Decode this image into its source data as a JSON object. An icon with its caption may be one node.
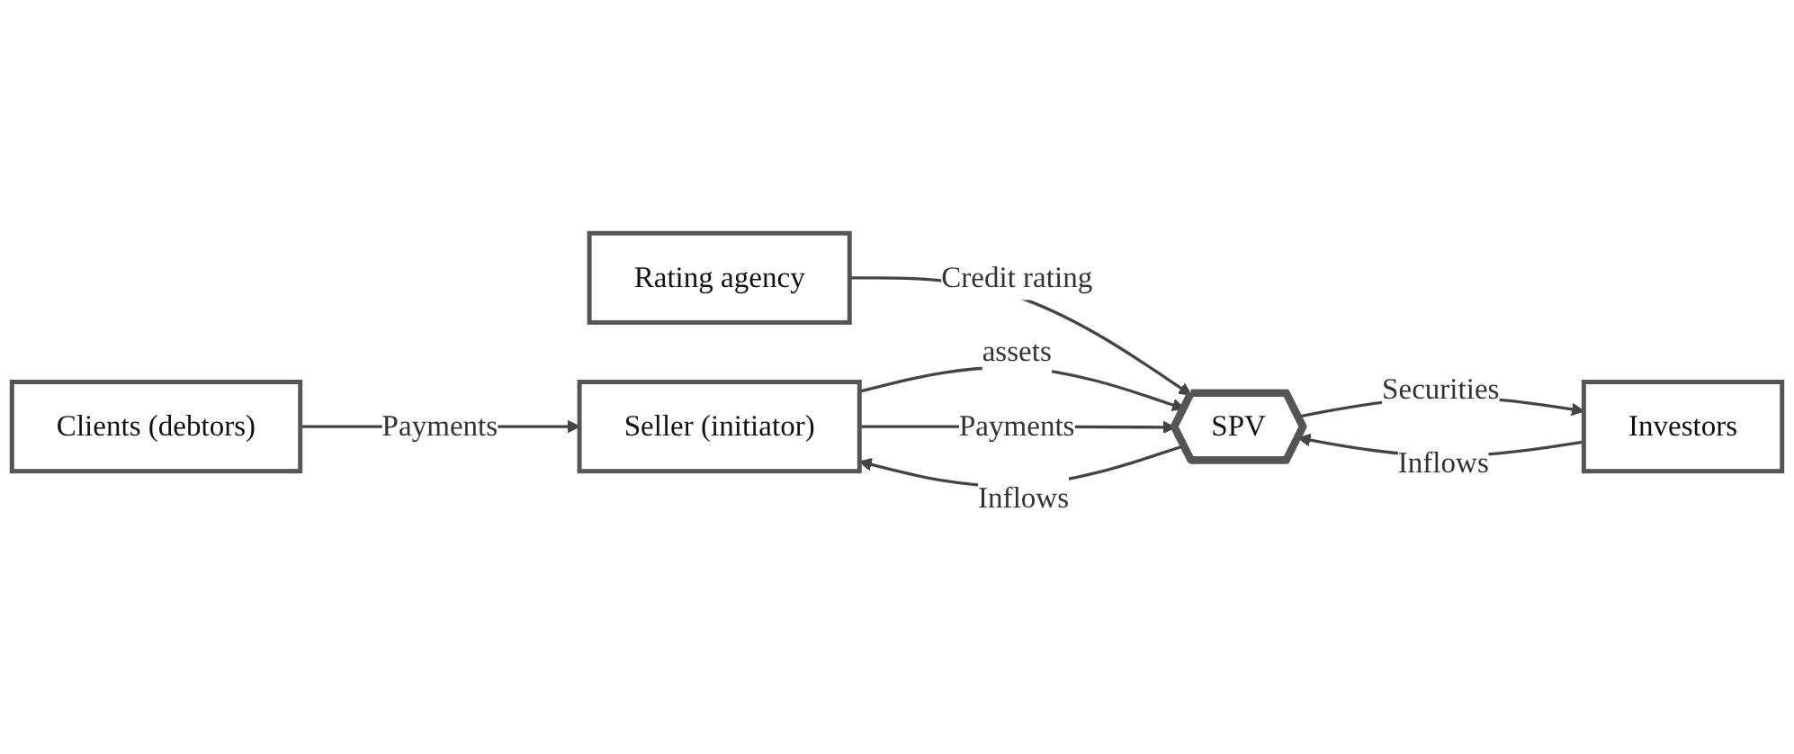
{
  "diagram": {
    "nodes": [
      {
        "text": [
          "Clients (debtors)"
        ]
      },
      {
        "text": [
          "Rating agency"
        ]
      },
      {
        "text": [
          "Seller (initiator)"
        ]
      },
      {
        "text": [
          "SPV"
        ]
      },
      {
        "text": [
          "Investors"
        ]
      }
    ],
    "edges": [
      {
        "from": 0,
        "to": 2,
        "arrow": "to",
        "label": "Payments"
      },
      {
        "from": 1,
        "to": 3,
        "arrow": "to",
        "label": "Credit rating"
      },
      {
        "from": 2,
        "to": 3,
        "arrow": "to",
        "label": "assets"
      },
      {
        "from": 3,
        "to": 2,
        "arrow": "to",
        "label": "Inflows"
      },
      {
        "from": 3,
        "to": 4,
        "arrow": "to",
        "label": "Securities"
      },
      {
        "from": 4,
        "to": 3,
        "arrow": "to",
        "label": "Inflows"
      },
      {
        "from": 2,
        "to": 3,
        "arrow": "to",
        "label": "Payments"
      }
    ]
  }
}
